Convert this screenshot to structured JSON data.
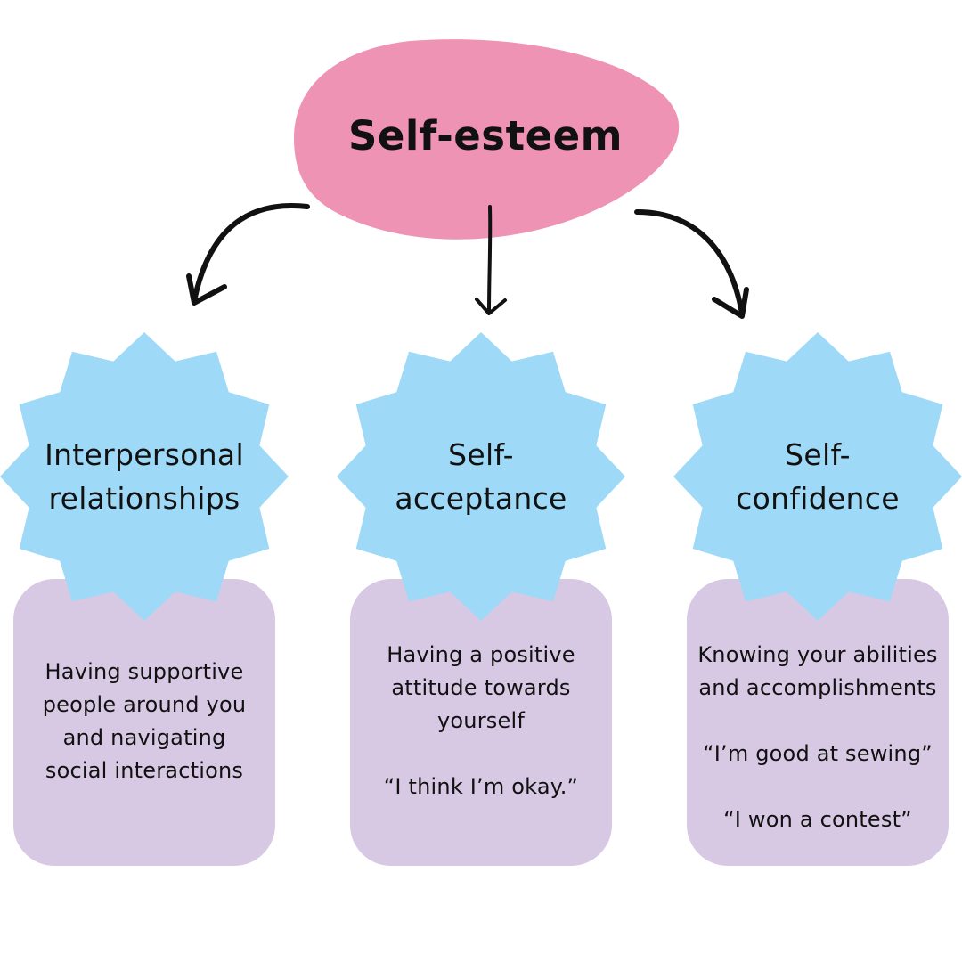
{
  "colors": {
    "title_blob": "#EF93B4",
    "star": "#9EDAF7",
    "card": "#D7C8E3",
    "arrow": "#111111",
    "text": "#111111"
  },
  "title": "Self-esteem",
  "branches": [
    {
      "label_lines": [
        "Interpersonal",
        "relationships"
      ],
      "card_lines": [
        "Having supportive",
        "people around you",
        "and navigating",
        "social interactions"
      ],
      "examples": []
    },
    {
      "label_lines": [
        "Self-",
        "acceptance"
      ],
      "card_lines": [
        "Having a positive",
        "attitude towards",
        "yourself"
      ],
      "examples": [
        "“I think I’m okay.”"
      ]
    },
    {
      "label_lines": [
        "Self-",
        "confidence"
      ],
      "card_lines": [
        "Knowing your abilities",
        "and accomplishments"
      ],
      "examples": [
        "“I’m good at sewing”",
        "“I won a contest”"
      ]
    }
  ]
}
